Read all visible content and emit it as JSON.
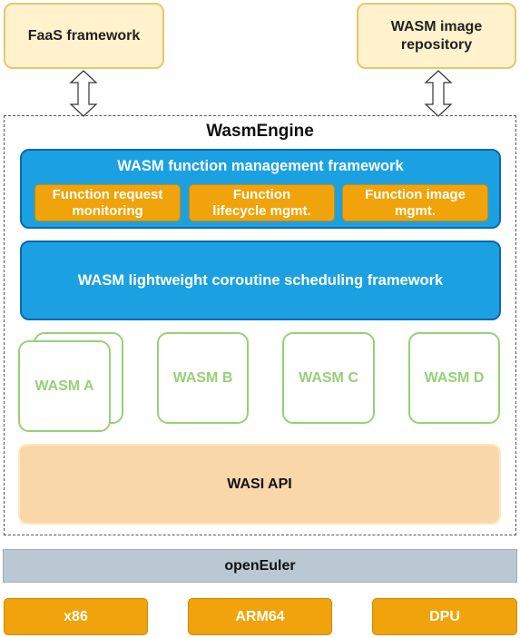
{
  "top": {
    "faas": "FaaS framework",
    "repo_line1": "WASM image",
    "repo_line2": "repository"
  },
  "engine": {
    "title": "WasmEngine",
    "mgmt": {
      "title": "WASM function management framework",
      "items": [
        {
          "line1": "Function request",
          "line2": "monitoring"
        },
        {
          "line1": "Function",
          "line2": "lifecycle mgmt."
        },
        {
          "line1": "Function image",
          "line2": "mgmt."
        }
      ]
    },
    "scheduler": "WASM lightweight coroutine scheduling framework",
    "modules": [
      "WASM A",
      "WASM B",
      "WASM C",
      "WASM D"
    ],
    "wasi": "WASI API"
  },
  "os": "openEuler",
  "hardware": [
    "x86",
    "ARM64",
    "DPU"
  ]
}
